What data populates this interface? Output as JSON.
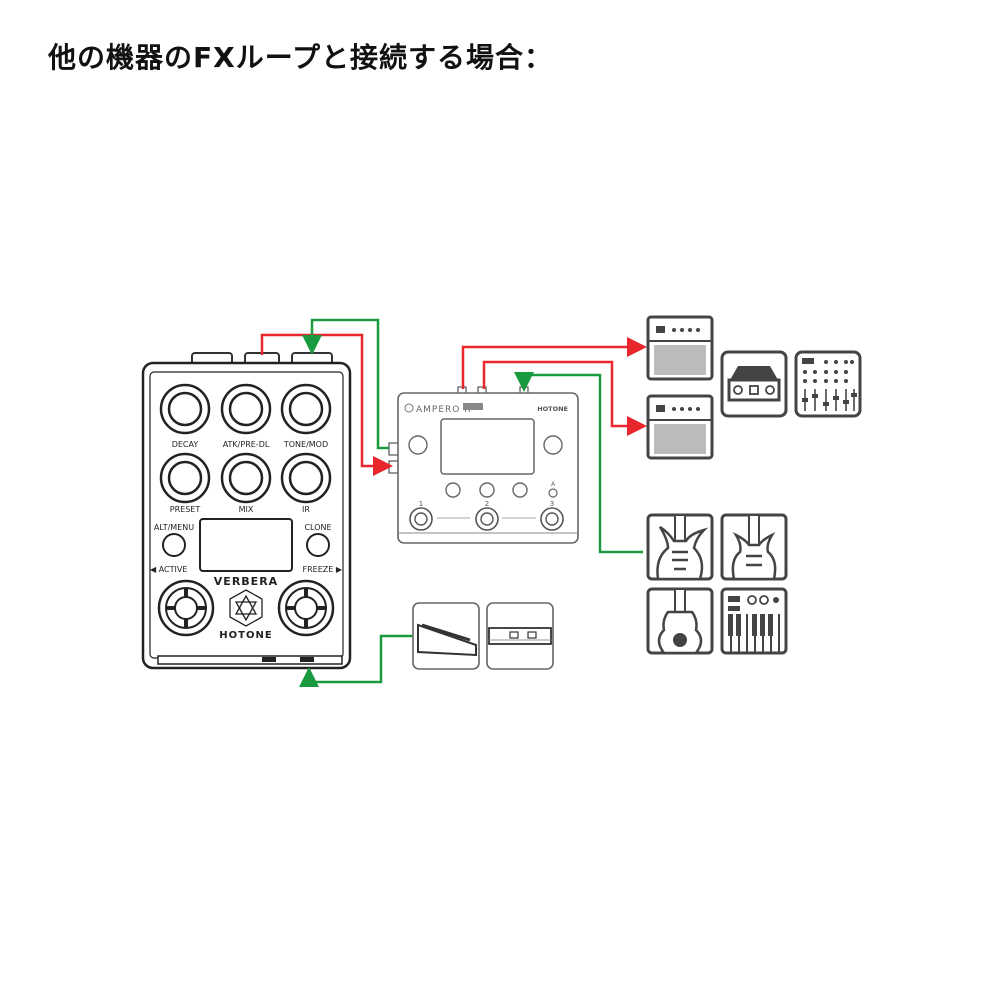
{
  "title": "他の機器のFXループと接続する場合：",
  "verbera": {
    "knob_labels": [
      "DECAY",
      "ATK/PRE-DL",
      "TONE/MOD",
      "PRESET",
      "MIX",
      "IR"
    ],
    "alt_menu": "ALT/MENU",
    "clone": "CLONE",
    "active": "◀ ACTIVE",
    "freeze": "FREEZE ▶",
    "brand": "VERBERA",
    "maker": "HOTONE"
  },
  "ampero": {
    "brand": "AMPERO II",
    "maker": "HOTONE",
    "footswitch_numbers": [
      "1",
      "2",
      "3"
    ],
    "small_button_label": "A"
  },
  "cable_colors": {
    "send": "#e8262b",
    "return": "#1a9a3f"
  }
}
